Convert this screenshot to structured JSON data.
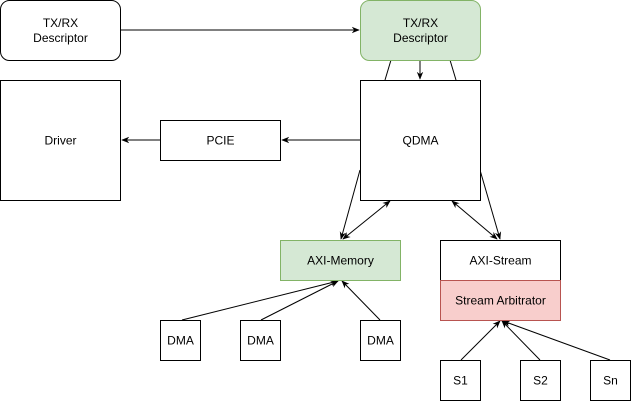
{
  "diagram": {
    "nodes": {
      "desc_left": {
        "lines": [
          "TX/RX",
          "Descriptor"
        ],
        "fill": "#ffffff",
        "stroke": "#000000"
      },
      "desc_right": {
        "lines": [
          "TX/RX",
          "Descriptor"
        ],
        "fill": "#d5e8d4",
        "stroke": "#82b366"
      },
      "driver": {
        "label": "Driver",
        "fill": "#ffffff",
        "stroke": "#000000"
      },
      "pcie": {
        "label": "PCIE",
        "fill": "#ffffff",
        "stroke": "#000000"
      },
      "qdma": {
        "label": "QDMA",
        "fill": "#ffffff",
        "stroke": "#000000"
      },
      "axi_memory": {
        "label": "AXI-Memory",
        "fill": "#d5e8d4",
        "stroke": "#82b366"
      },
      "axi_stream": {
        "label": "AXI-Stream",
        "fill": "#ffffff",
        "stroke": "#000000"
      },
      "stream_arbitrator": {
        "label": "Stream Arbitrator",
        "fill": "#f8cecc",
        "stroke": "#b85450"
      },
      "dma1": {
        "label": "DMA",
        "fill": "#ffffff",
        "stroke": "#000000"
      },
      "dma2": {
        "label": "DMA",
        "fill": "#ffffff",
        "stroke": "#000000"
      },
      "dma3": {
        "label": "DMA",
        "fill": "#ffffff",
        "stroke": "#000000"
      },
      "s1": {
        "label": "S1",
        "fill": "#ffffff",
        "stroke": "#000000"
      },
      "s2": {
        "label": "S2",
        "fill": "#ffffff",
        "stroke": "#000000"
      },
      "sn": {
        "label": "Sn",
        "fill": "#ffffff",
        "stroke": "#000000"
      }
    },
    "edges": [
      {
        "from": "desc_left",
        "to": "desc_right",
        "type": "arrow"
      },
      {
        "from": "desc_right",
        "to": "qdma",
        "type": "arrow"
      },
      {
        "from": "desc_right",
        "to": "qdma",
        "type": "line"
      },
      {
        "from": "desc_right",
        "to": "qdma",
        "type": "line"
      },
      {
        "from": "qdma",
        "to": "pcie",
        "type": "arrow"
      },
      {
        "from": "pcie",
        "to": "driver",
        "type": "arrow"
      },
      {
        "from": "qdma",
        "to": "axi_memory",
        "type": "arrow"
      },
      {
        "from": "axi_memory",
        "to": "qdma",
        "type": "arrow"
      },
      {
        "from": "qdma",
        "to": "axi_stream",
        "type": "arrow"
      },
      {
        "from": "axi_stream",
        "to": "qdma",
        "type": "arrow"
      },
      {
        "from": "dma1",
        "to": "axi_memory",
        "type": "arrow"
      },
      {
        "from": "dma2",
        "to": "axi_memory",
        "type": "arrow"
      },
      {
        "from": "dma3",
        "to": "axi_memory",
        "type": "arrow"
      },
      {
        "from": "s1",
        "to": "stream_arbitrator",
        "type": "arrow"
      },
      {
        "from": "s2",
        "to": "stream_arbitrator",
        "type": "arrow"
      },
      {
        "from": "sn",
        "to": "stream_arbitrator",
        "type": "arrow"
      }
    ]
  }
}
